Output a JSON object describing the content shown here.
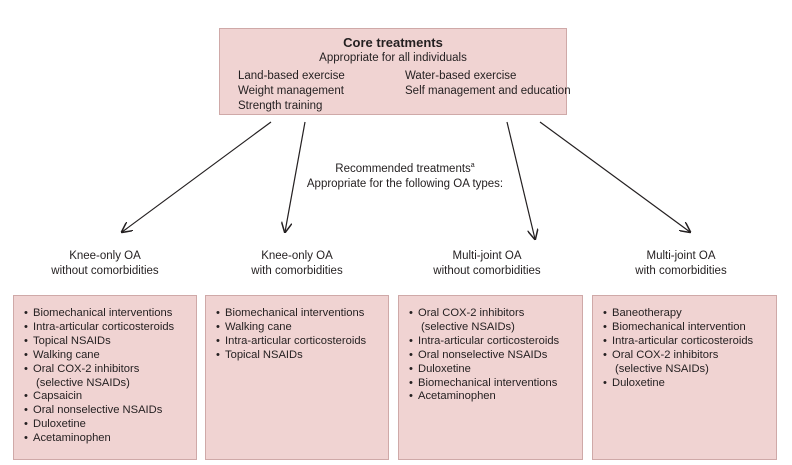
{
  "core": {
    "title": "Core treatments",
    "subtitle": "Appropriate for all individuals",
    "left_items": [
      "Land-based exercise",
      "Weight management",
      "Strength training"
    ],
    "right_items": [
      "Water-based exercise",
      "Self management and education"
    ]
  },
  "recommended": {
    "line1": "Recommended treatments",
    "superscript": "a",
    "line2": "Appropriate for the following OA types:"
  },
  "types": [
    {
      "line1": "Knee-only OA",
      "line2": "without comorbidities",
      "treatments": [
        "Biomechanical interventions",
        "Intra-articular corticosteroids",
        "Topical NSAIDs",
        "Walking cane",
        "Oral COX-2 inhibitors",
        "(selective NSAIDs)",
        "Capsaicin",
        "Oral nonselective  NSAIDs",
        "Duloxetine",
        "Acetaminophen"
      ]
    },
    {
      "line1": "Knee-only OA",
      "line2": "with comorbidities",
      "treatments": [
        "Biomechanical interventions",
        "Walking cane",
        "Intra-articular corticosteroids",
        "Topical NSAIDs"
      ]
    },
    {
      "line1": "Multi-joint OA",
      "line2": "without comorbidities",
      "treatments": [
        "Oral COX-2 inhibitors",
        "(selective NSAIDs)",
        "Intra-articular corticosteroids",
        "Oral nonselective NSAIDs",
        "Duloxetine",
        "Biomechanical interventions",
        "Acetaminophen"
      ]
    },
    {
      "line1": "Multi-joint OA",
      "line2": "with comorbidities",
      "treatments": [
        "Baneotherapy",
        "Biomechanical intervention",
        "Intra-articular corticosteroids",
        "Oral COX-2 inhibitors",
        "(selective NSAIDs)",
        "Duloxetine"
      ]
    }
  ]
}
